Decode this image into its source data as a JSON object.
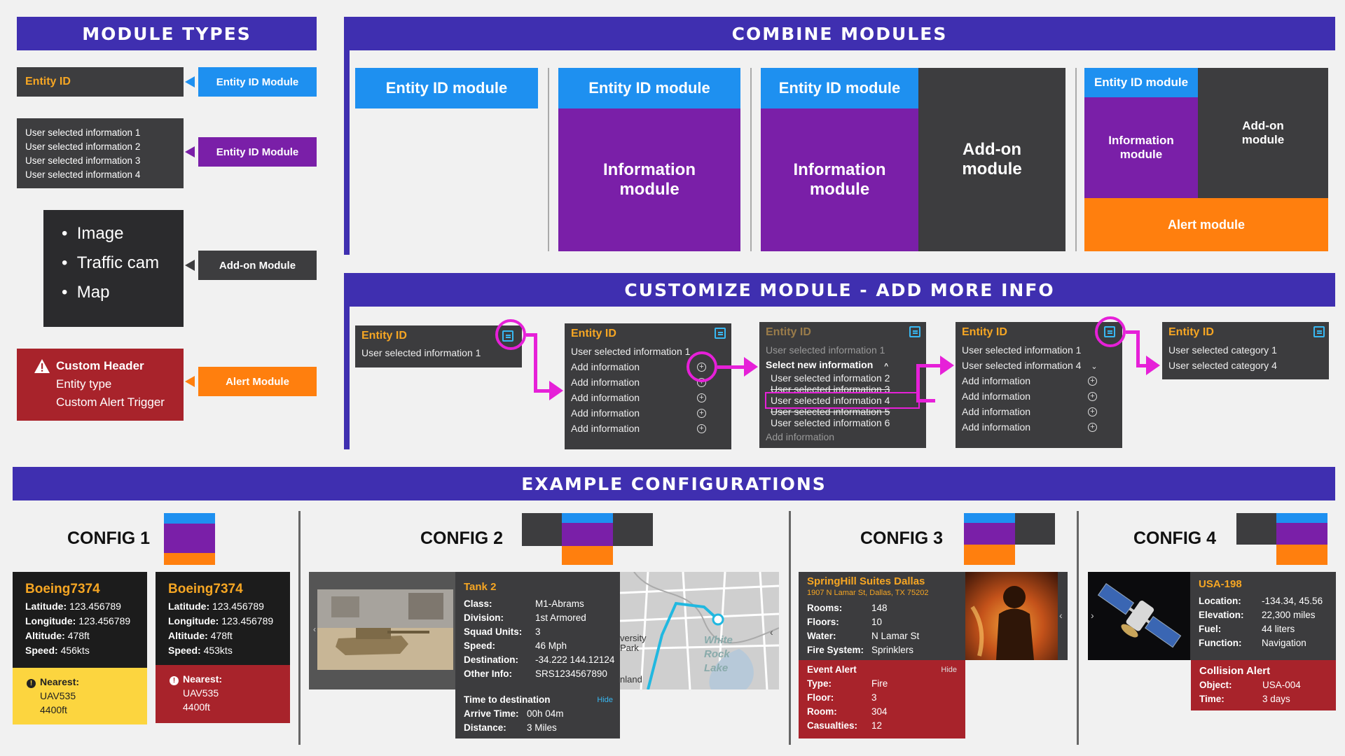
{
  "headers": {
    "module_types": "MODULE TYPES",
    "combine_modules": "COMBINE MODULES",
    "customize": "CUSTOMIZE MODULE - ADD MORE INFO",
    "examples": "EXAMPLE CONFIGURATIONS"
  },
  "module_types": {
    "entity_box": "Entity ID",
    "entity_tag": "Entity ID Module",
    "info_lines": [
      "User selected information 1",
      "User selected information 2",
      "User selected information 3",
      "User selected information 4"
    ],
    "info_tag": "Entity ID Module",
    "addon_items": [
      "Image",
      "Traffic cam",
      "Map"
    ],
    "addon_tag": "Add-on Module",
    "alert_title": "Custom Header",
    "alert_line1": "Entity type",
    "alert_line2": "Custom Alert Trigger",
    "alert_tag": "Alert Module"
  },
  "combine": {
    "c1": "Entity ID module",
    "c2_top": "Entity ID module",
    "c2_info": "Information module",
    "c3_top": "Entity ID module",
    "c3_info": "Information module",
    "c3_addon": "Add-on module",
    "c4_top": "Entity ID module",
    "c4_info": "Information module",
    "c4_addon": "Add-on module",
    "c4_alert": "Alert module"
  },
  "customize": {
    "p1_title": "Entity ID",
    "p1_line": "User selected information 1",
    "p2_title": "Entity ID",
    "p2_lines": [
      "User selected information 1",
      "Add information",
      "Add information",
      "Add information",
      "Add information",
      "Add information"
    ],
    "p3_title": "Entity ID",
    "p3_lines": [
      "User selected information 1",
      "Select new information",
      "User selected information 2",
      "User selected information 3",
      "User selected information 4",
      "User selected information 5",
      "User selected information 6",
      "Add information"
    ],
    "p4_title": "Entity ID",
    "p4_lines": [
      "User selected information 1",
      "User selected information 4",
      "Add information",
      "Add information",
      "Add information",
      "Add information"
    ],
    "p5_title": "Entity ID",
    "p5_lines": [
      "User selected category 1",
      "User selected category 4"
    ]
  },
  "configs": {
    "c1": {
      "label": "CONFIG 1",
      "cardA": {
        "title": "Boeing7374",
        "rows": [
          [
            "Latitude:",
            "123.456789"
          ],
          [
            "Longitude:",
            "123.456789"
          ],
          [
            "Altitude:",
            "478ft"
          ],
          [
            "Speed:",
            "456kts"
          ]
        ],
        "alert_title": "Nearest:",
        "alert_lines": [
          "UAV535",
          "4400ft"
        ]
      },
      "cardB": {
        "title": "Boeing7374",
        "rows": [
          [
            "Latitude:",
            "123.456789"
          ],
          [
            "Longitude:",
            "123.456789"
          ],
          [
            "Altitude:",
            "478ft"
          ],
          [
            "Speed:",
            "453kts"
          ]
        ],
        "alert_title": "Nearest:",
        "alert_lines": [
          "UAV535",
          "4400ft"
        ]
      }
    },
    "c2": {
      "label": "CONFIG 2",
      "title": "Tank 2",
      "rows": [
        [
          "Class:",
          "M1-Abrams"
        ],
        [
          "Division:",
          "1st Armored"
        ],
        [
          "Squad Units:",
          "3"
        ],
        [
          "Speed:",
          "46 Mph"
        ],
        [
          "Destination:",
          "-34.222 144.12124"
        ],
        [
          "Other Info:",
          "SRS1234567890"
        ]
      ],
      "footer_title": "Time to destination",
      "footer_hide": "Hide",
      "footer_rows": [
        [
          "Arrive Time:",
          "00h 04m"
        ],
        [
          "Distance:",
          "3 Miles"
        ]
      ],
      "map_labels": [
        "versity",
        "Park",
        "White",
        "Rock",
        "Lake",
        "nland"
      ]
    },
    "c3": {
      "label": "CONFIG 3",
      "title": "SpringHill Suites Dallas",
      "address": "1907 N Lamar St, Dallas, TX 75202",
      "rows": [
        [
          "Rooms:",
          "148"
        ],
        [
          "Floors:",
          "10"
        ],
        [
          "Water:",
          "N Lamar St"
        ],
        [
          "Fire System:",
          "Sprinklers"
        ]
      ],
      "alert_title": "Event Alert",
      "alert_hide": "Hide",
      "alert_rows": [
        [
          "Type:",
          "Fire"
        ],
        [
          "Floor:",
          "3"
        ],
        [
          "Room:",
          "304"
        ],
        [
          "Casualties:",
          "12"
        ]
      ]
    },
    "c4": {
      "label": "CONFIG 4",
      "title": "USA-198",
      "rows": [
        [
          "Location:",
          "-134.34, 45.56"
        ],
        [
          "Elevation:",
          "22,300 miles"
        ],
        [
          "Fuel:",
          "44 liters"
        ],
        [
          "Function:",
          "Navigation"
        ]
      ],
      "alert_title": "Collision Alert",
      "alert_rows": [
        [
          "Object:",
          "USA-004"
        ],
        [
          "Time:",
          "3 days"
        ]
      ]
    }
  },
  "colors": {
    "blue": "#1e90f0",
    "purple": "#7a1fa8",
    "dark": "#3d3d3f",
    "orange": "#ff7f0e",
    "red": "#a8232b",
    "magenta": "#e620d8",
    "header": "#3f2fb0",
    "yellow": "#fcd53f"
  }
}
